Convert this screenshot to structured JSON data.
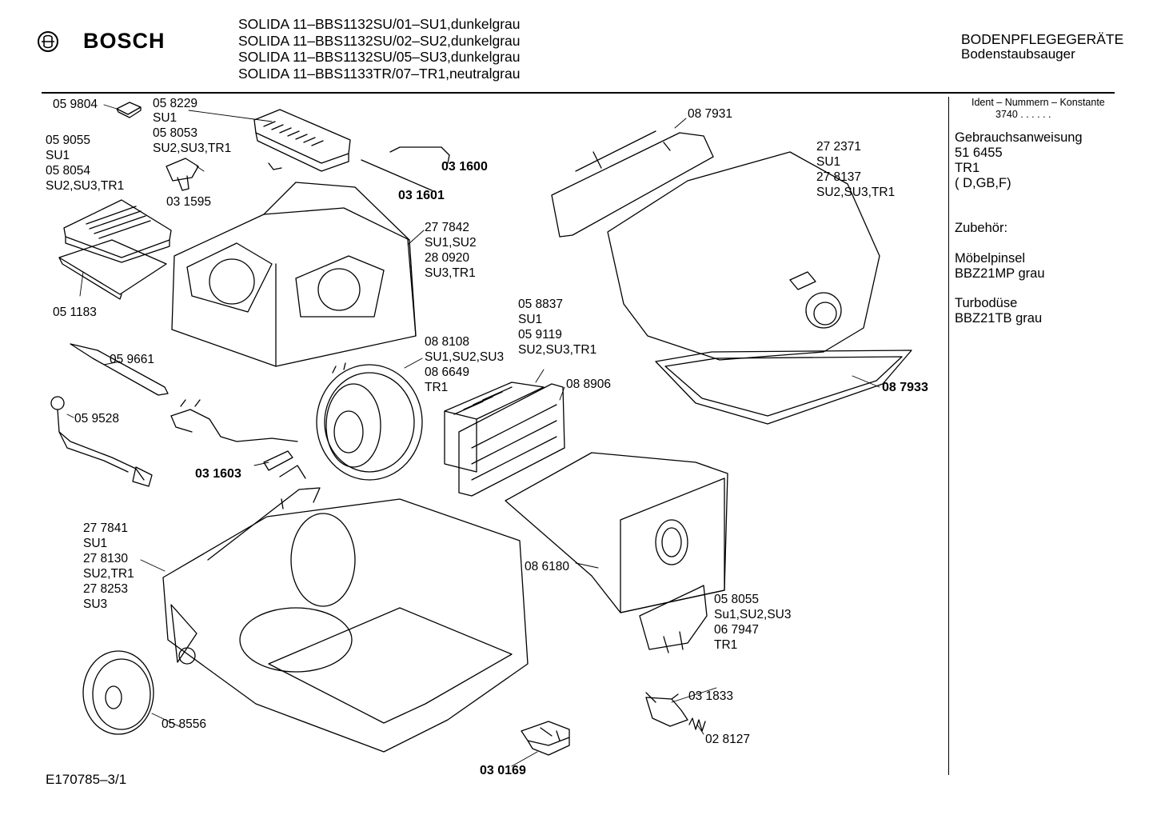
{
  "header": {
    "brand": "BOSCH",
    "models": [
      "SOLIDA 11–BBS1132SU/01–SU1,dunkelgrau",
      "SOLIDA 11–BBS1132SU/02–SU2,dunkelgrau",
      "SOLIDA 11–BBS1132SU/05–SU3,dunkelgrau",
      "SOLIDA 11–BBS1133TR/07–TR1,neutralgrau"
    ],
    "category": "BODENPFLEGEGERÄTE",
    "subcategory": "Bodenstaubsauger"
  },
  "sidebar": {
    "ident_label": "Ident – Nummern – Konstante",
    "ident_value": "3740  . .    . . . .",
    "manual_label": "Gebrauchsanweisung",
    "manual_number": "51 6455",
    "manual_variant": "TR1",
    "manual_languages": "( D,GB,F)",
    "accessories_label": "Zubehör:",
    "acc1_name": "Möbelpinsel",
    "acc1_code": "BBZ21MP grau",
    "acc2_name": "Turbodüse",
    "acc2_code": "BBZ21TB grau"
  },
  "parts": {
    "p059804": "05 9804",
    "p058229": "05 8229",
    "su1_a": "SU1",
    "p058053": "05 8053",
    "su23tr1_a": "SU2,SU3,TR1",
    "p059055": "05 9055",
    "su1_b": "SU1",
    "p058054": "05 8054",
    "su23tr1_b": "SU2,SU3,TR1",
    "p031595": "03 1595",
    "p031600": "03 1600",
    "p031601": "03 1601",
    "p087931": "08 7931",
    "p272371": "27 2371",
    "su1_c": "SU1",
    "p278137": "27 8137",
    "su23tr1_c": "SU2,SU3,TR1",
    "p277842": "27 7842",
    "su12": "SU1,SU2",
    "p280920": "28 0920",
    "su3tr1": "SU3,TR1",
    "p051183": "05 1183",
    "p058837": "05 8837",
    "su1_d": "SU1",
    "p059119": "05 9119",
    "su23tr1_d": "SU2,SU3,TR1",
    "p088108": "08 8108",
    "su123": "SU1,SU2,SU3",
    "p086649": "08 6649",
    "tr1_a": "TR1",
    "p059661": "05 9661",
    "p088906": "08 8906",
    "p087933": "08 7933",
    "p059528": "05 9528",
    "p031603": "03 1603",
    "p277841": "27 7841",
    "su1_e": "SU1",
    "p278130": "27 8130",
    "su2tr1": "SU2,TR1",
    "p278253": "27 8253",
    "su3": "SU3",
    "p086180": "08 6180",
    "p058055": "05 8055",
    "su123_b": "Su1,SU2,SU3",
    "p067947": "06 7947",
    "tr1_b": "TR1",
    "p031833": "03 1833",
    "p028127": "02 8127",
    "p058556": "05 8556",
    "p030169": "03 0169"
  },
  "footer": {
    "drawing_id": "E170785–3/1"
  }
}
